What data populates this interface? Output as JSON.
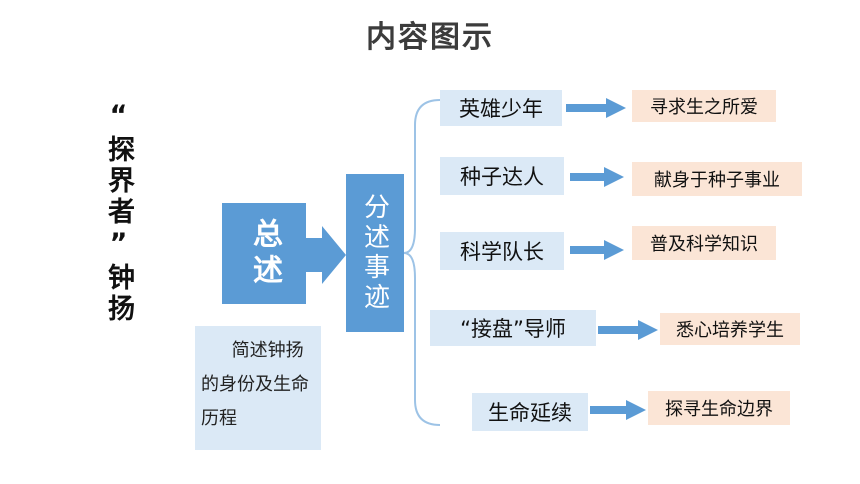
{
  "page_title": "内容图示",
  "vertical_title": "“探界者”钟扬",
  "summary_box": "总述",
  "branch_box": "分述事迹",
  "summary_note": "简述钟扬的身份及生命历程",
  "branches": [
    {
      "topic": "英雄少年",
      "result": "寻求生之所爱"
    },
    {
      "topic": "种子达人",
      "result": "献身于种子事业"
    },
    {
      "topic": "科学队长",
      "result": "普及科学知识"
    },
    {
      "topic": "“接盘”导师",
      "result": "悉心培养学生"
    },
    {
      "topic": "生命延续",
      "result": "探寻生命边界"
    }
  ],
  "colors": {
    "primary_blue": "#5b9bd5",
    "light_blue": "#dbe9f6",
    "peach": "#fbe5d6",
    "bracket": "#9dc3e6"
  }
}
